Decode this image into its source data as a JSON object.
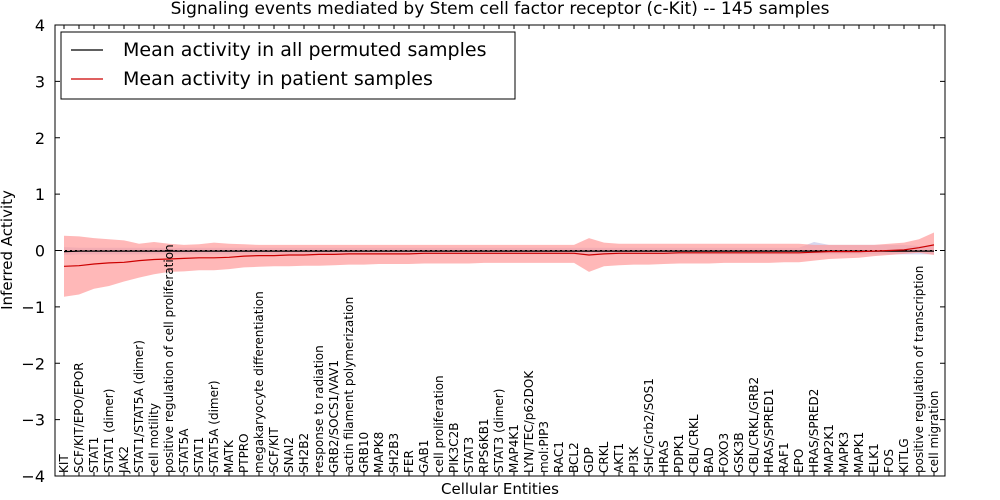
{
  "chart_data": {
    "type": "line",
    "title": "Signaling events mediated by Stem cell factor receptor (c-Kit) -- 145 samples",
    "xlabel": "Cellular Entities",
    "ylabel": "Inferred Activity",
    "ylim": [
      -4,
      4
    ],
    "yticks": [
      -4,
      -3,
      -2,
      -1,
      0,
      1,
      2,
      3,
      4
    ],
    "grid": false,
    "legend_position": "top-left",
    "categories": [
      "KIT",
      "SCF/KIT/EPO/EPOR",
      "STAT1",
      "STAT1 (dimer)",
      "JAK2",
      "STAT1/STAT5A (dimer)",
      "cell motility",
      "positive regulation of cell proliferation",
      "STAT5A",
      "STAT1",
      "STAT5A (dimer)",
      "MATK",
      "PTPRO",
      "megakaryocyte differentiation",
      "SCF/KIT",
      "SNAI2",
      "SH2B2",
      "response to radiation",
      "GRB2/SOCS1/VAV1",
      "actin filament polymerization",
      "GRB10",
      "MAPK8",
      "SH2B3",
      "FER",
      "GAB1",
      "cell proliferation",
      "PIK3C2B",
      "STAT3",
      "RPS6KB1",
      "STAT3 (dimer)",
      "MAP4K1",
      "LYN/TEC/p62DOK",
      "mol:PIP3",
      "RAC1",
      "BCL2",
      "GDP",
      "CRKL",
      "AKT1",
      "PI3K",
      "SHC/Grb2/SOS1",
      "HRAS",
      "PDPK1",
      "CBL/CRKL",
      "BAD",
      "FOXO3",
      "GSK3B",
      "CBL/CRKL/GRB2",
      "HRAS/SPRED1",
      "RAF1",
      "EPO",
      "HRAS/SPRED2",
      "MAP2K1",
      "MAPK3",
      "MAPK1",
      "ELK1",
      "FOS",
      "KITLG",
      "positive regulation of transcription",
      "cell migration"
    ],
    "series": [
      {
        "name": "Mean activity in all permuted samples",
        "color": "#000000",
        "values": [
          -0.02,
          -0.01,
          -0.01,
          -0.01,
          -0.01,
          -0.01,
          -0.01,
          -0.01,
          -0.01,
          -0.01,
          -0.01,
          -0.01,
          -0.01,
          -0.01,
          -0.01,
          -0.01,
          -0.01,
          -0.01,
          -0.01,
          -0.01,
          -0.01,
          -0.01,
          -0.01,
          -0.01,
          -0.01,
          -0.01,
          -0.01,
          -0.01,
          -0.01,
          -0.01,
          -0.01,
          -0.01,
          -0.01,
          -0.01,
          -0.01,
          -0.01,
          -0.01,
          -0.01,
          -0.01,
          -0.01,
          -0.01,
          -0.01,
          -0.01,
          -0.01,
          -0.01,
          -0.01,
          -0.01,
          -0.01,
          -0.01,
          -0.01,
          -0.01,
          -0.01,
          -0.01,
          -0.01,
          -0.01,
          -0.01,
          -0.01,
          -0.01,
          -0.01
        ],
        "band_low": [
          -0.08,
          -0.07,
          -0.07,
          -0.07,
          -0.07,
          -0.07,
          -0.07,
          -0.07,
          -0.07,
          -0.07,
          -0.07,
          -0.07,
          -0.07,
          -0.07,
          -0.07,
          -0.07,
          -0.07,
          -0.07,
          -0.07,
          -0.07,
          -0.07,
          -0.07,
          -0.07,
          -0.07,
          -0.07,
          -0.07,
          -0.07,
          -0.07,
          -0.07,
          -0.07,
          -0.07,
          -0.07,
          -0.07,
          -0.07,
          -0.07,
          -0.07,
          -0.07,
          -0.07,
          -0.07,
          -0.07,
          -0.07,
          -0.07,
          -0.07,
          -0.07,
          -0.07,
          -0.07,
          -0.07,
          -0.07,
          -0.07,
          -0.07,
          -0.07,
          -0.07,
          -0.07,
          -0.07,
          -0.07,
          -0.07,
          -0.07,
          -0.07,
          -0.07
        ],
        "band_high": [
          0.06,
          0.05,
          0.05,
          0.05,
          0.05,
          0.05,
          0.05,
          0.05,
          0.05,
          0.05,
          0.05,
          0.05,
          0.05,
          0.05,
          0.05,
          0.05,
          0.05,
          0.05,
          0.05,
          0.05,
          0.05,
          0.05,
          0.05,
          0.05,
          0.05,
          0.05,
          0.05,
          0.05,
          0.05,
          0.05,
          0.05,
          0.05,
          0.05,
          0.05,
          0.05,
          0.05,
          0.05,
          0.05,
          0.05,
          0.05,
          0.05,
          0.05,
          0.05,
          0.05,
          0.05,
          0.05,
          0.05,
          0.05,
          0.05,
          0.05,
          0.15,
          0.1,
          0.1,
          0.1,
          0.1,
          0.1,
          0.1,
          0.08,
          0.08
        ]
      },
      {
        "name": "Mean activity in patient samples",
        "color": "#cc0000",
        "values": [
          -0.28,
          -0.27,
          -0.24,
          -0.22,
          -0.21,
          -0.18,
          -0.16,
          -0.15,
          -0.14,
          -0.13,
          -0.13,
          -0.12,
          -0.1,
          -0.09,
          -0.09,
          -0.08,
          -0.08,
          -0.07,
          -0.07,
          -0.06,
          -0.06,
          -0.06,
          -0.06,
          -0.06,
          -0.05,
          -0.05,
          -0.05,
          -0.05,
          -0.05,
          -0.05,
          -0.05,
          -0.05,
          -0.05,
          -0.05,
          -0.05,
          -0.08,
          -0.06,
          -0.05,
          -0.05,
          -0.05,
          -0.05,
          -0.04,
          -0.04,
          -0.04,
          -0.04,
          -0.04,
          -0.04,
          -0.04,
          -0.04,
          -0.04,
          -0.03,
          -0.02,
          -0.02,
          -0.02,
          -0.01,
          0.0,
          0.01,
          0.05,
          0.1
        ],
        "band_low": [
          -0.82,
          -0.78,
          -0.68,
          -0.63,
          -0.55,
          -0.48,
          -0.42,
          -0.38,
          -0.37,
          -0.35,
          -0.35,
          -0.33,
          -0.3,
          -0.29,
          -0.28,
          -0.28,
          -0.27,
          -0.27,
          -0.26,
          -0.25,
          -0.25,
          -0.24,
          -0.24,
          -0.24,
          -0.23,
          -0.23,
          -0.23,
          -0.23,
          -0.22,
          -0.22,
          -0.22,
          -0.22,
          -0.22,
          -0.22,
          -0.22,
          -0.38,
          -0.28,
          -0.26,
          -0.25,
          -0.25,
          -0.24,
          -0.23,
          -0.23,
          -0.23,
          -0.22,
          -0.22,
          -0.22,
          -0.22,
          -0.21,
          -0.21,
          -0.18,
          -0.15,
          -0.14,
          -0.13,
          -0.1,
          -0.08,
          -0.06,
          -0.04,
          -0.08
        ],
        "band_high": [
          0.26,
          0.25,
          0.22,
          0.2,
          0.18,
          0.12,
          0.15,
          0.12,
          0.1,
          0.11,
          0.14,
          0.12,
          0.11,
          0.1,
          0.1,
          0.1,
          0.1,
          0.1,
          0.1,
          0.1,
          0.1,
          0.1,
          0.1,
          0.1,
          0.1,
          0.1,
          0.1,
          0.1,
          0.1,
          0.1,
          0.1,
          0.1,
          0.1,
          0.1,
          0.1,
          0.22,
          0.14,
          0.12,
          0.12,
          0.12,
          0.12,
          0.12,
          0.12,
          0.12,
          0.12,
          0.12,
          0.12,
          0.12,
          0.12,
          0.12,
          0.1,
          0.1,
          0.1,
          0.1,
          0.1,
          0.12,
          0.14,
          0.2,
          0.32
        ]
      }
    ]
  }
}
